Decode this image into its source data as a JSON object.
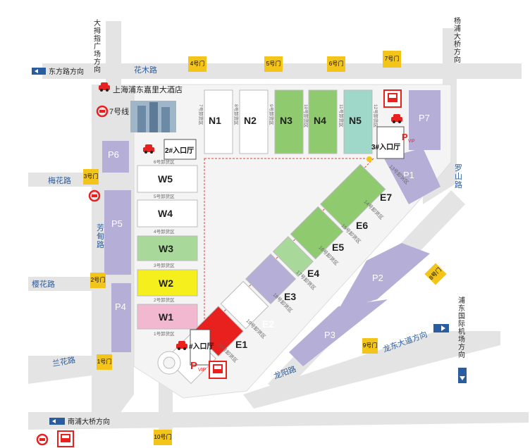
{
  "roads": {
    "top": "花木路",
    "east": "罗山路",
    "west_meihua": "梅花路",
    "west_fangdian": "芳甸路",
    "west_yinghua": "樱花路",
    "west_lanhua": "兰花路",
    "south_longyang": "龙阳路",
    "south_longdong": "龙东大道方向"
  },
  "directions": {
    "dongfang": "东方路方向",
    "nanpu": "南浦大桥方向",
    "damuzhi": "大拇指广场方向",
    "yangpu": "杨浦大桥方向",
    "pudong_airport": "浦东国际机场方向"
  },
  "hotel": "上海浦东嘉里大酒店",
  "metro": "7号线",
  "halls": {
    "N1": "N1",
    "N2": "N2",
    "N3": "N3",
    "N4": "N4",
    "N5": "N5",
    "W1": "W1",
    "W2": "W2",
    "W3": "W3",
    "W4": "W4",
    "W5": "W5",
    "E1": "E1",
    "E2": "E2",
    "E3": "E3",
    "E4": "E4",
    "E5": "E5",
    "E6": "E6",
    "E7": "E7"
  },
  "parking": {
    "P1": "P1",
    "P2": "P2",
    "P3": "P3",
    "P4": "P4",
    "P5": "P5",
    "P6": "P6",
    "P7": "P7"
  },
  "entrances": {
    "e1": "#入口厅",
    "e2": "2#入口厅",
    "e3": "3#入口厅"
  },
  "vip": "P",
  "vip_sub": "VIP",
  "gates": [
    "1号门",
    "2号门",
    "3号门",
    "4号门",
    "5号门",
    "6号门",
    "7号门",
    "8号门",
    "9号门",
    "10号门"
  ],
  "loading": {
    "n1": "7号卸货区",
    "n2": "8号卸货区",
    "n3": "9号卸货区",
    "n4": "10号卸货区",
    "n5": "11号卸货区",
    "n6": "12号卸货区",
    "w1": "1号卸货区",
    "w2": "2号卸货区",
    "w3": "3号卸货区",
    "w4": "4号卸货区",
    "w5": "5号卸货区",
    "w6": "6号卸货区",
    "e13": "13号卸货区",
    "e14": "14号卸货区",
    "e15": "15号卸货区",
    "e16": "16号卸货区",
    "e17": "17号卸货区",
    "e18": "18号卸货区",
    "e19": "19号卸货区",
    "e20": "20号卸货区"
  },
  "colors": {
    "green": "#8fcb6e",
    "lightgreen": "#a8d99a",
    "teal": "#9fd8c8",
    "purple": "#b5aed6",
    "yellow": "#f5ef1e",
    "pink": "#f2b8cf",
    "red": "#e8201e",
    "gate": "#f3c51a",
    "road": "#e4e4e4"
  },
  "icons": [
    "car-icon",
    "bus-icon",
    "metro-icon",
    "arrow-left-icon",
    "arrow-right-icon",
    "arrow-down-icon",
    "arrow-up-icon"
  ]
}
